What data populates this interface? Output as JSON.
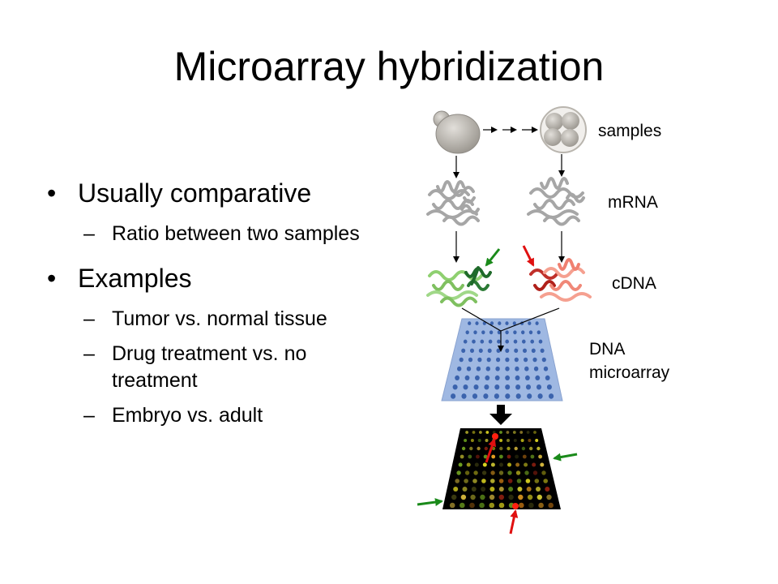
{
  "slide": {
    "title": "Microarray hybridization"
  },
  "bullets": [
    {
      "text": "Usually comparative",
      "sub": [
        "Ratio between two samples"
      ]
    },
    {
      "text": "Examples",
      "sub": [
        "Tumor vs. normal tissue",
        "Drug treatment vs. no treatment",
        "Embryo vs. adult"
      ]
    }
  ],
  "bullet_glyph": "•",
  "sub_glyph": "–",
  "diagram": {
    "labels": {
      "samples": "samples",
      "mrna": "mRNA",
      "cdna": "cDNA",
      "microarray_line1": "DNA",
      "microarray_line2": "microarray"
    },
    "colors": {
      "cell": "#b9b5ae",
      "mrna": "#a6a6a6",
      "cdna_green": "#7fc060",
      "cdna_red": "#f08070",
      "array": "#9fb8e2",
      "array_dot": "#3b63ad",
      "green_arrow": "#1a8a1a",
      "red_arrow": "#e01010",
      "scan_bg": "#000000"
    }
  }
}
